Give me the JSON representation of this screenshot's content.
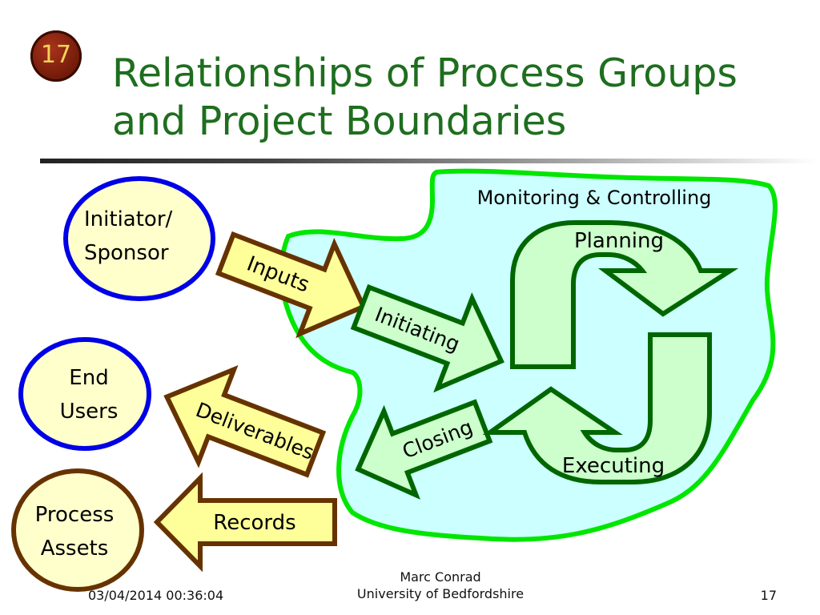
{
  "slide_number_badge": "17",
  "title_lines": [
    "Relationships of Process Groups",
    "and Project Boundaries"
  ],
  "diagram": {
    "boundary_label": "Monitoring & Controlling",
    "actors": [
      {
        "lines": [
          "Initiator/",
          "Sponsor"
        ]
      },
      {
        "lines": [
          "End",
          "Users"
        ]
      },
      {
        "lines": [
          "Process",
          "Assets"
        ]
      }
    ],
    "arrows": {
      "inputs": "Inputs",
      "initiating": "Initiating",
      "deliverables": "Deliverables",
      "closing": "Closing",
      "records": "Records"
    },
    "cycle_labels": {
      "planning": "Planning",
      "executing": "Executing"
    }
  },
  "footer": {
    "date": "03/04/2014 00:36:04",
    "author_name": "Marc Conrad",
    "author_org": "University of Bedfordshire",
    "page": "17"
  },
  "colors": {
    "title_green": "#1e6e1e",
    "boundary_fill": "#ccffff",
    "boundary_stroke": "#00e600",
    "process_arrow_fill": "#ccffcc",
    "process_arrow_stroke": "#006600",
    "io_arrow_fill": "#ffff99",
    "io_arrow_stroke": "#663300",
    "actor_fill": "#ffffcc",
    "actor_blue": "#0000e6",
    "actor_brown": "#663300"
  }
}
